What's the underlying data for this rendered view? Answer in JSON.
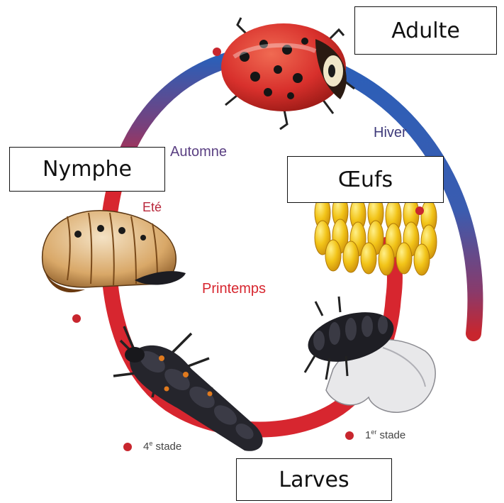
{
  "labels": {
    "adult": "Adulte",
    "eggs": "Œufs",
    "pupa": "Nymphe",
    "larvae": "Larves"
  },
  "seasons": {
    "winter": "Hiver",
    "autumn": "Automne",
    "summer": "Eté",
    "spring": "Printemps"
  },
  "stages": {
    "first_num": "1",
    "first_suffix": "er",
    "first_word": "stade",
    "fourth_num": "4",
    "fourth_suffix": "e",
    "fourth_word": "stade"
  },
  "colors": {
    "cycle_red": "#d7262f",
    "cycle_blue": "#2b5fb8",
    "season_purple": "#4a3a7a",
    "season_red": "#d7262f",
    "ladybug_red": "#d8302c",
    "egg_yellow": "#f2c418"
  }
}
